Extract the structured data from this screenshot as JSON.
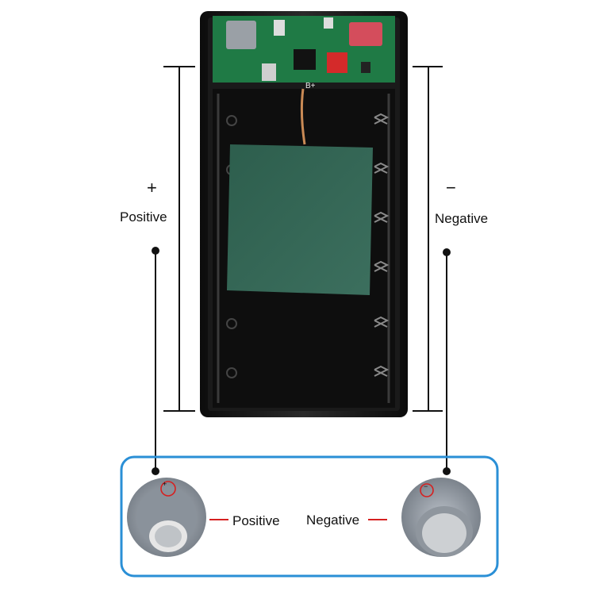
{
  "left": {
    "sign": "+",
    "label": "Positive"
  },
  "right": {
    "sign": "−",
    "label": "Negative"
  },
  "pcb": {
    "marking": "B+"
  },
  "inset": {
    "left_label": "Positive",
    "right_label": "Negative",
    "left_cell_mark": "+",
    "right_cell_mark": "−"
  },
  "colors": {
    "accent_blue": "#2a8fd6",
    "red_marker": "#d62020",
    "board_green": "#1f7a45"
  }
}
